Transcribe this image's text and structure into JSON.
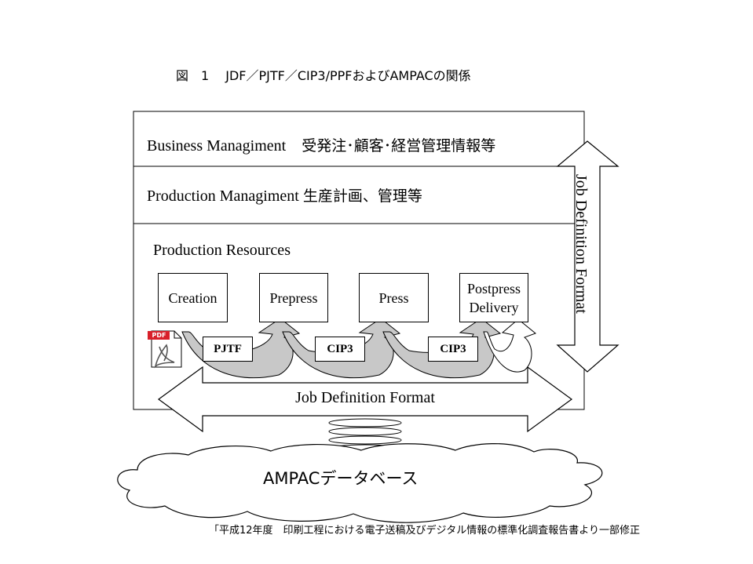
{
  "title": "図　1　 JDF／PJTF／CIP3/PPFおよびAMPACの関係",
  "layers": {
    "business": {
      "label": "Business Managiment",
      "jp": "受発注･顧客･経営管理情報等"
    },
    "production": {
      "label": "Production Managiment",
      "jp": "生産計画、管理等"
    },
    "resources": {
      "label": "Production Resources"
    }
  },
  "stages": [
    "Creation",
    "Prepress",
    "Press",
    "Postpress Delivery"
  ],
  "formats": [
    "PJTF",
    "CIP3",
    "CIP3"
  ],
  "pdf_icon_text": "PDF",
  "jdf_horizontal": "Job Definition Format",
  "jdf_vertical": "Job Definition Format",
  "database": "AMPACデータベース",
  "source_note": "「平成12年度　印刷工程における電子送稿及びデジタル情報の標準化調査報告書より一部修正",
  "colors": {
    "line": "#000000",
    "flow_fill": "#c8c8c8",
    "pdf_red": "#d8202a",
    "background": "#ffffff"
  }
}
